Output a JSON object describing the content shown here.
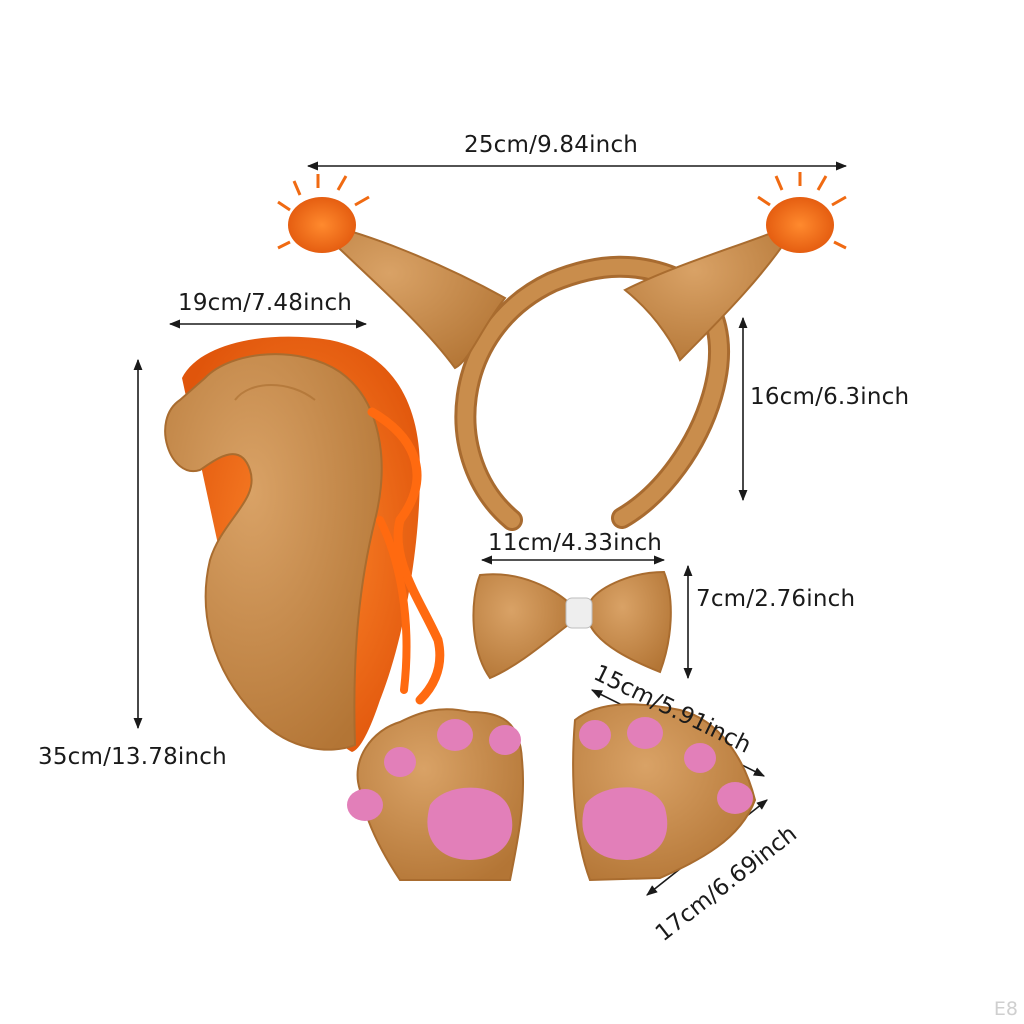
{
  "dimensions": {
    "headband_width": "25cm/9.84inch",
    "headband_height": "16cm/6.3inch",
    "tail_width": "19cm/7.48inch",
    "tail_height": "35cm/13.78inch",
    "bowtie_width": "11cm/4.33inch",
    "bowtie_height": "7cm/2.76inch",
    "paw_length": "15cm/5.91inch",
    "paw_width": "17cm/6.69inch"
  },
  "watermark": "E8",
  "colors": {
    "plush": "#c98d4c",
    "plush_shade": "#a96c2f",
    "fur": "#f06a12",
    "ribbon": "#ff6a10",
    "pads": "#e27fb9",
    "text": "#1a1a1a"
  }
}
